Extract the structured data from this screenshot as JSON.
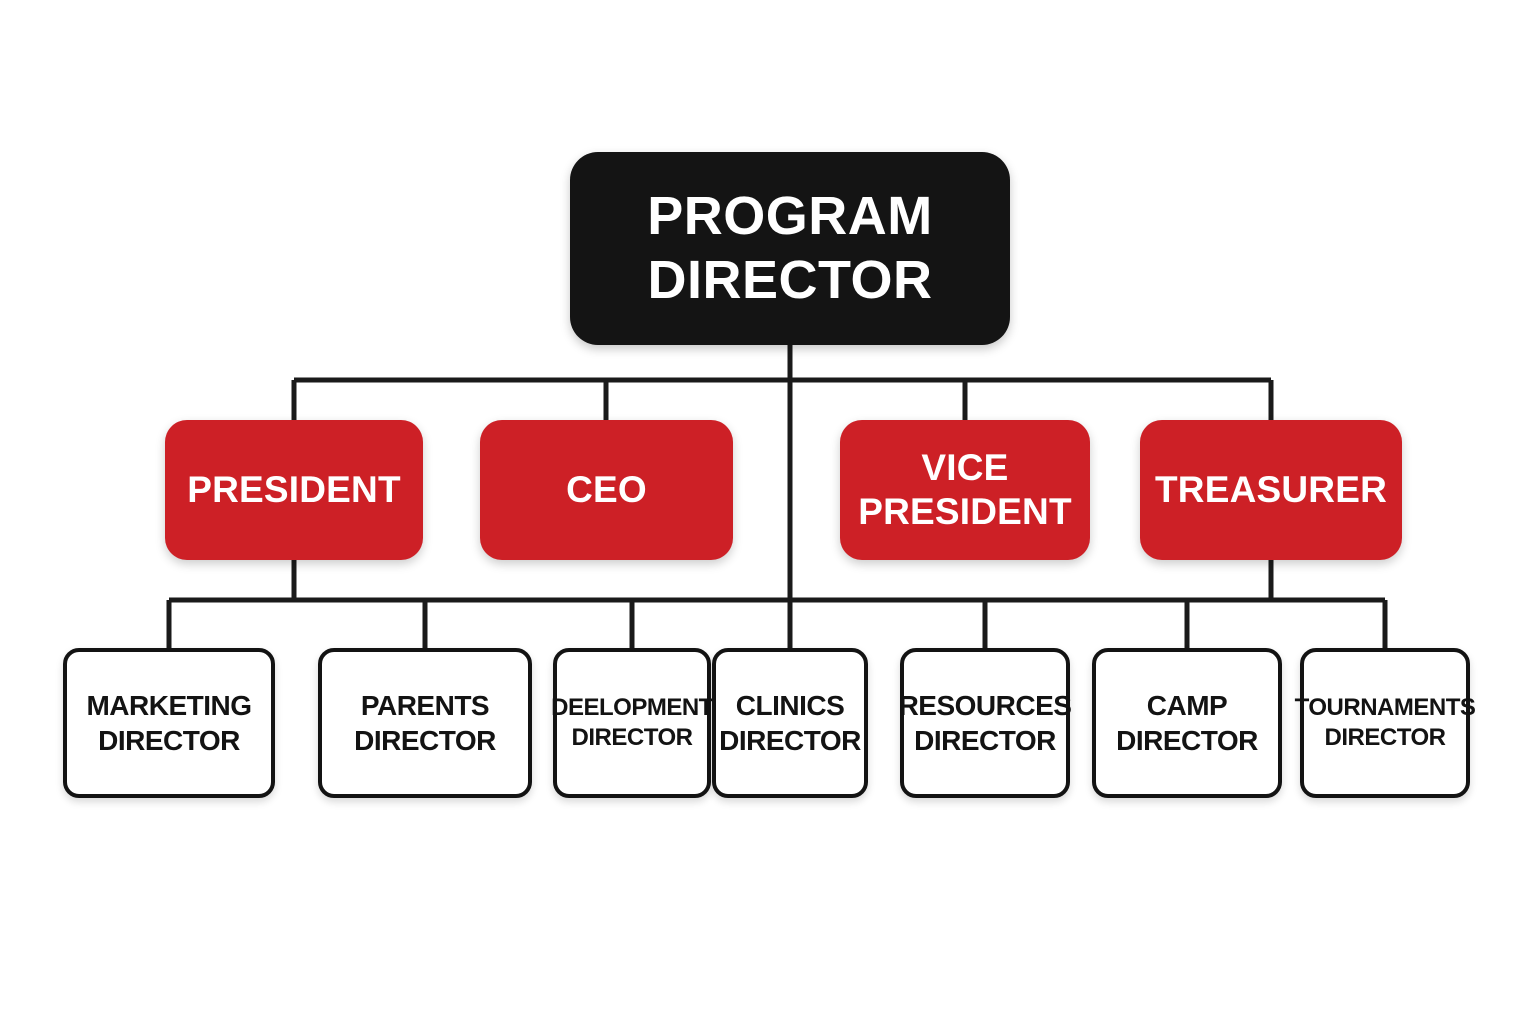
{
  "colors": {
    "level1_fill": "#141414",
    "level2_fill": "#cd2026",
    "level3_border": "#131313",
    "connector": "#1a1a1a",
    "background": "#ffffff"
  },
  "nodes": {
    "program_director": {
      "label": "PROGRAM\nDIRECTOR"
    },
    "president": {
      "label": "PRESIDENT"
    },
    "ceo": {
      "label": "CEO"
    },
    "vice_president": {
      "label": "VICE\nPRESIDENT"
    },
    "treasurer": {
      "label": "TREASURER"
    },
    "marketing": {
      "label": "MARKETING\nDIRECTOR"
    },
    "parents": {
      "label": "PARENTS\nDIRECTOR"
    },
    "development": {
      "label": "DEELOPMENT\nDIRECTOR"
    },
    "clinics": {
      "label": "CLINICS\nDIRECTOR"
    },
    "resources": {
      "label": "RESOURCES\nDIRECTOR"
    },
    "camp": {
      "label": "CAMP\nDIRECTOR"
    },
    "tournaments": {
      "label": "TOURNAMENTS\nDIRECTOR"
    }
  },
  "hierarchy": {
    "root": "PROGRAM DIRECTOR",
    "level_2": [
      "PRESIDENT",
      "CEO",
      "VICE PRESIDENT",
      "TREASURER"
    ],
    "level_3": [
      "MARKETING DIRECTOR",
      "PARENTS DIRECTOR",
      "DEELOPMENT DIRECTOR",
      "CLINICS DIRECTOR",
      "RESOURCES DIRECTOR",
      "CAMP DIRECTOR",
      "TOURNAMENTS DIRECTOR"
    ]
  }
}
